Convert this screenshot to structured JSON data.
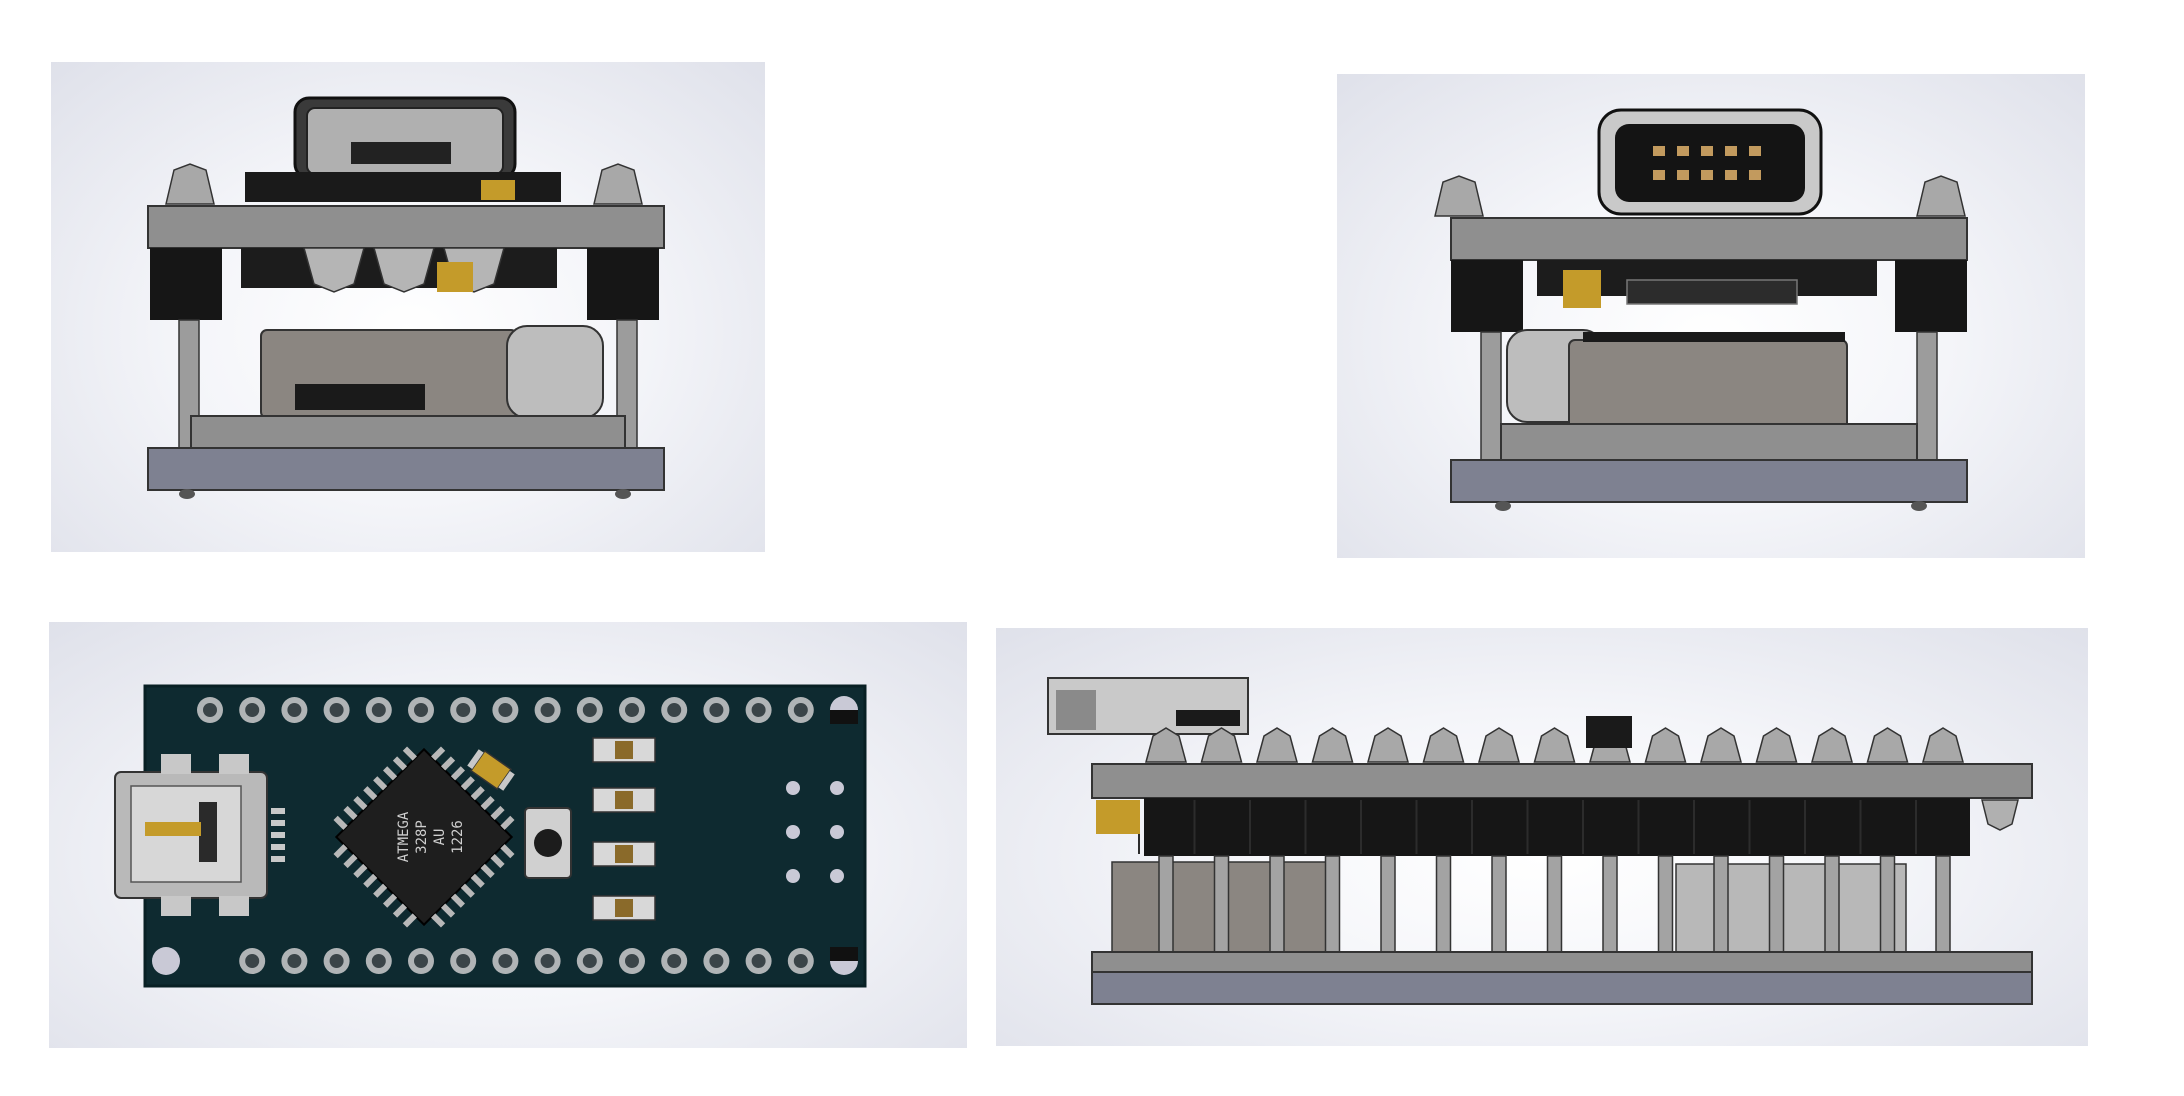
{
  "views": [
    {
      "id": "front-view"
    },
    {
      "id": "rear-view"
    },
    {
      "id": "top-view"
    },
    {
      "id": "side-view"
    }
  ],
  "chip": {
    "marking_line1": "ATMEGA",
    "marking_line2": "328P",
    "marking_line3": "AU",
    "marking_line4": "1226"
  },
  "colors": {
    "pcb": "#0e2a30",
    "frame": "#8f8f8f",
    "base": "#7e8191",
    "shadow": "#141414",
    "pad": "#c8c8c8",
    "gold": "#c49b2a"
  },
  "counts": {
    "header_pins_per_row": 15
  }
}
